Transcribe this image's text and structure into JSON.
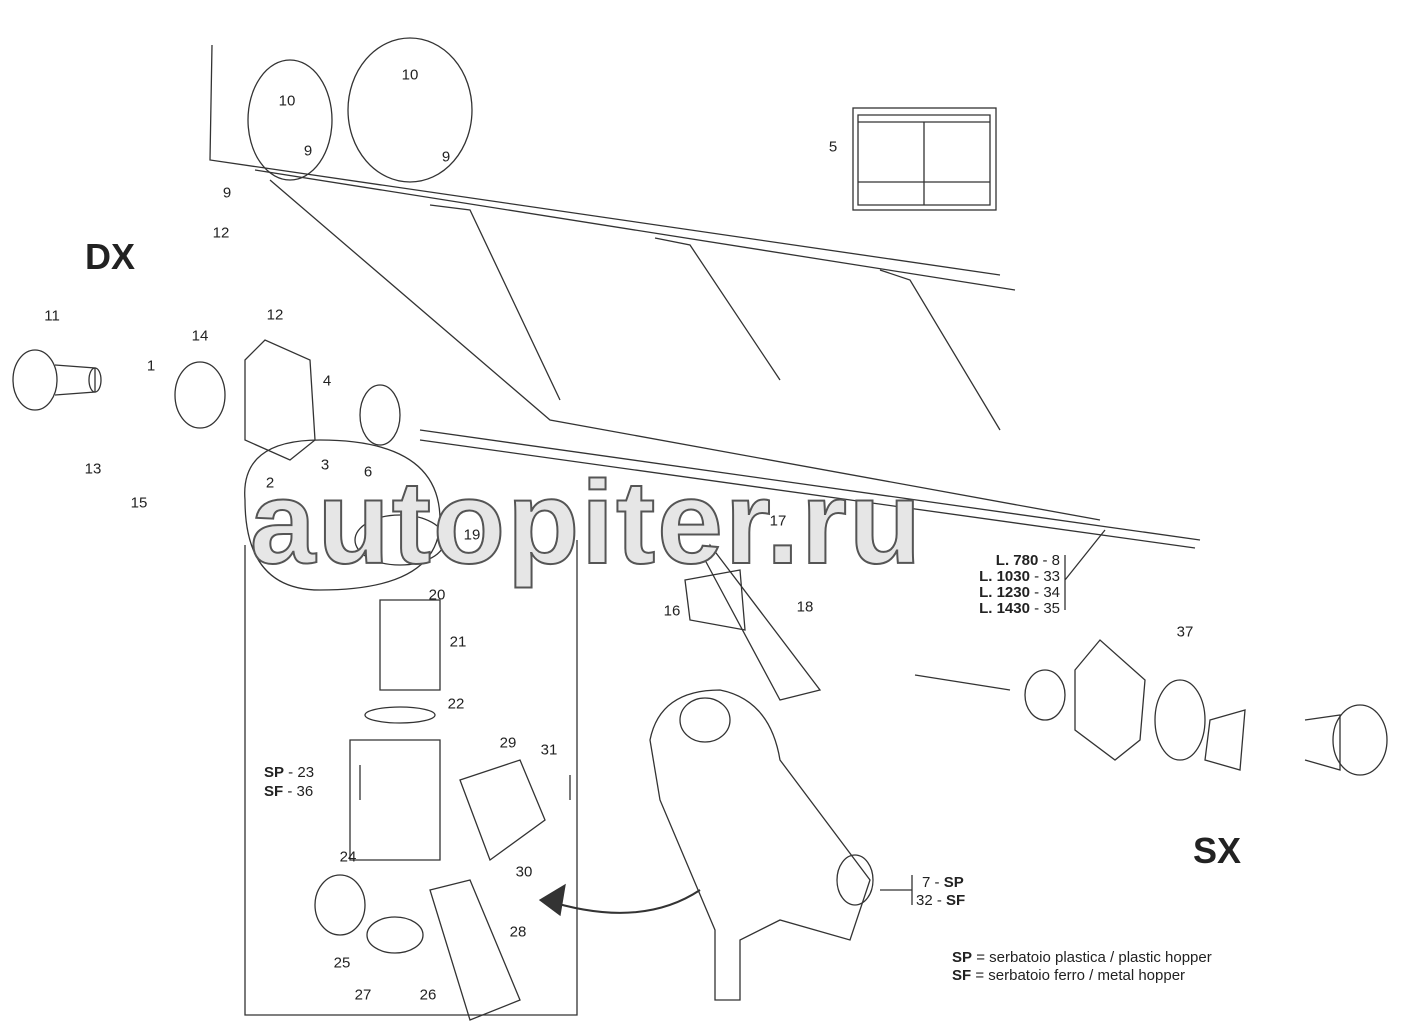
{
  "watermark": "autopiter.ru",
  "side_labels": {
    "right": "DX",
    "left": "SX"
  },
  "callouts": [
    "10",
    "9",
    "10",
    "9",
    "9",
    "12",
    "5",
    "11",
    "14",
    "12",
    "1",
    "4",
    "13",
    "15",
    "2",
    "3",
    "6",
    "19",
    "17",
    "20",
    "21",
    "22",
    "16",
    "18",
    "37",
    "29",
    "31",
    "24",
    "30",
    "28",
    "25",
    "27",
    "26"
  ],
  "variants": {
    "hopper_body": [
      {
        "num": "23",
        "code": "SP"
      },
      {
        "num": "36",
        "code": "SF"
      }
    ],
    "hopper": [
      {
        "num": "7",
        "code": "SP"
      },
      {
        "num": "32",
        "code": "SF"
      }
    ],
    "shaft_lengths": [
      {
        "len": "L. 780",
        "num": "8"
      },
      {
        "len": "L. 1030",
        "num": "33"
      },
      {
        "len": "L. 1230",
        "num": "34"
      },
      {
        "len": "L. 1430",
        "num": "35"
      }
    ]
  },
  "legend": [
    {
      "code": "SP",
      "text": "= serbatoio plastica / plastic hopper"
    },
    {
      "code": "SF",
      "text": "= serbatoio ferro / metal hopper"
    }
  ]
}
